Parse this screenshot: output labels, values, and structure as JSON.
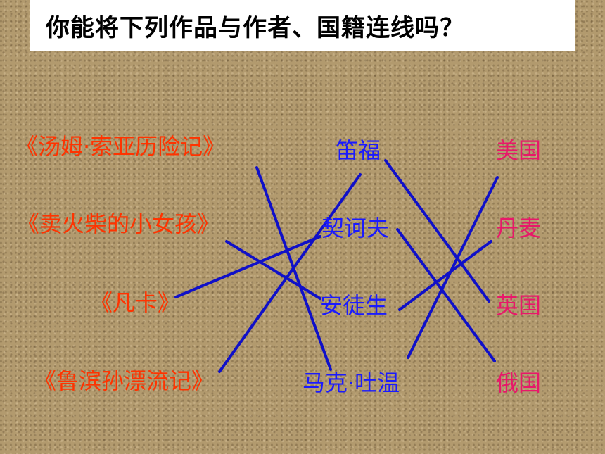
{
  "title": "你能将下列作品与作者、国籍连线吗？",
  "works": [
    "《汤姆·索亚历险记》",
    "《卖火柴的小女孩》",
    "《凡卡》",
    "《鲁滨孙漂流记》"
  ],
  "authors": [
    "笛福",
    "契诃夫",
    "安徒生",
    "马克·吐温"
  ],
  "countries": [
    "美国",
    "丹麦",
    "英国",
    "俄国"
  ],
  "colors": {
    "works": "#ff3300",
    "authors": "#1a1aff",
    "countries": "#e8186a",
    "lines": "#1010c8"
  },
  "connections": [
    {
      "from": "《汤姆·索亚历险记》",
      "to": "马克·吐温"
    },
    {
      "from": "《卖火柴的小女孩》",
      "to": "安徒生"
    },
    {
      "from": "《凡卡》",
      "to": "契诃夫"
    },
    {
      "from": "《鲁滨孙漂流记》",
      "to": "笛福"
    },
    {
      "from": "笛福",
      "to": "英国"
    },
    {
      "from": "契诃夫",
      "to": "俄国"
    },
    {
      "from": "安徒生",
      "to": "丹麦"
    },
    {
      "from": "马克·吐温",
      "to": "美国"
    }
  ]
}
